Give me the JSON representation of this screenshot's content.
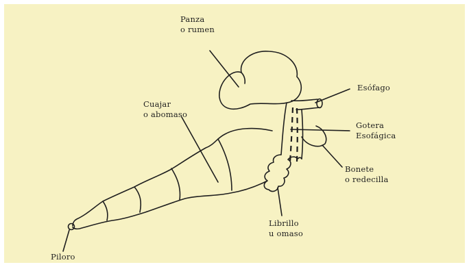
{
  "colors": {
    "background": "#f7f2c3",
    "ink": "#1f1f1f"
  },
  "labels": {
    "panza": [
      "Panza",
      "o rumen"
    ],
    "esofago": [
      "Esófago"
    ],
    "gotera": [
      "Gotera",
      "Esofágica"
    ],
    "bonete": [
      "Bonete",
      "o redecilla"
    ],
    "cuajar": [
      "Cuajar",
      "o abomaso"
    ],
    "librillo": [
      "Librillo",
      "u omaso"
    ],
    "piloro": [
      "Piloro"
    ]
  }
}
